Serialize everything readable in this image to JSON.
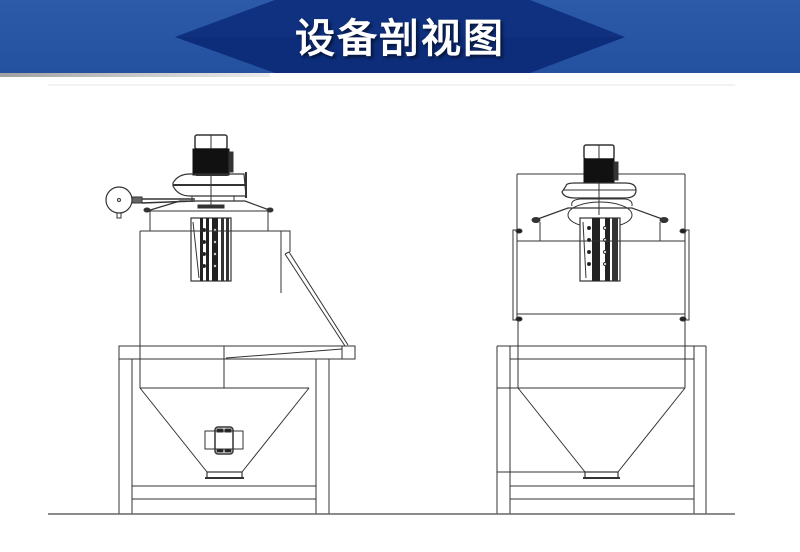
{
  "header": {
    "title": "设备剖视图",
    "banner_color": "#2a56a5",
    "hexagon_color": "#0d2d7a",
    "title_color": "#ffffff"
  },
  "diagram": {
    "type": "engineering cross-section drawing",
    "views": [
      {
        "name": "side-section-view",
        "components": [
          "motor",
          "fan-housing",
          "pressure-gauge",
          "filter-cartridge",
          "upper-chamber",
          "inclined-chute",
          "support-frame",
          "conical-hopper",
          "vibrator",
          "discharge-outlet"
        ]
      },
      {
        "name": "front-section-view",
        "components": [
          "motor",
          "fan-housing",
          "filter-cartridge",
          "upper-chamber",
          "side-flanges",
          "support-frame",
          "conical-hopper",
          "discharge-outlet"
        ]
      }
    ],
    "line_color": "#333333"
  }
}
